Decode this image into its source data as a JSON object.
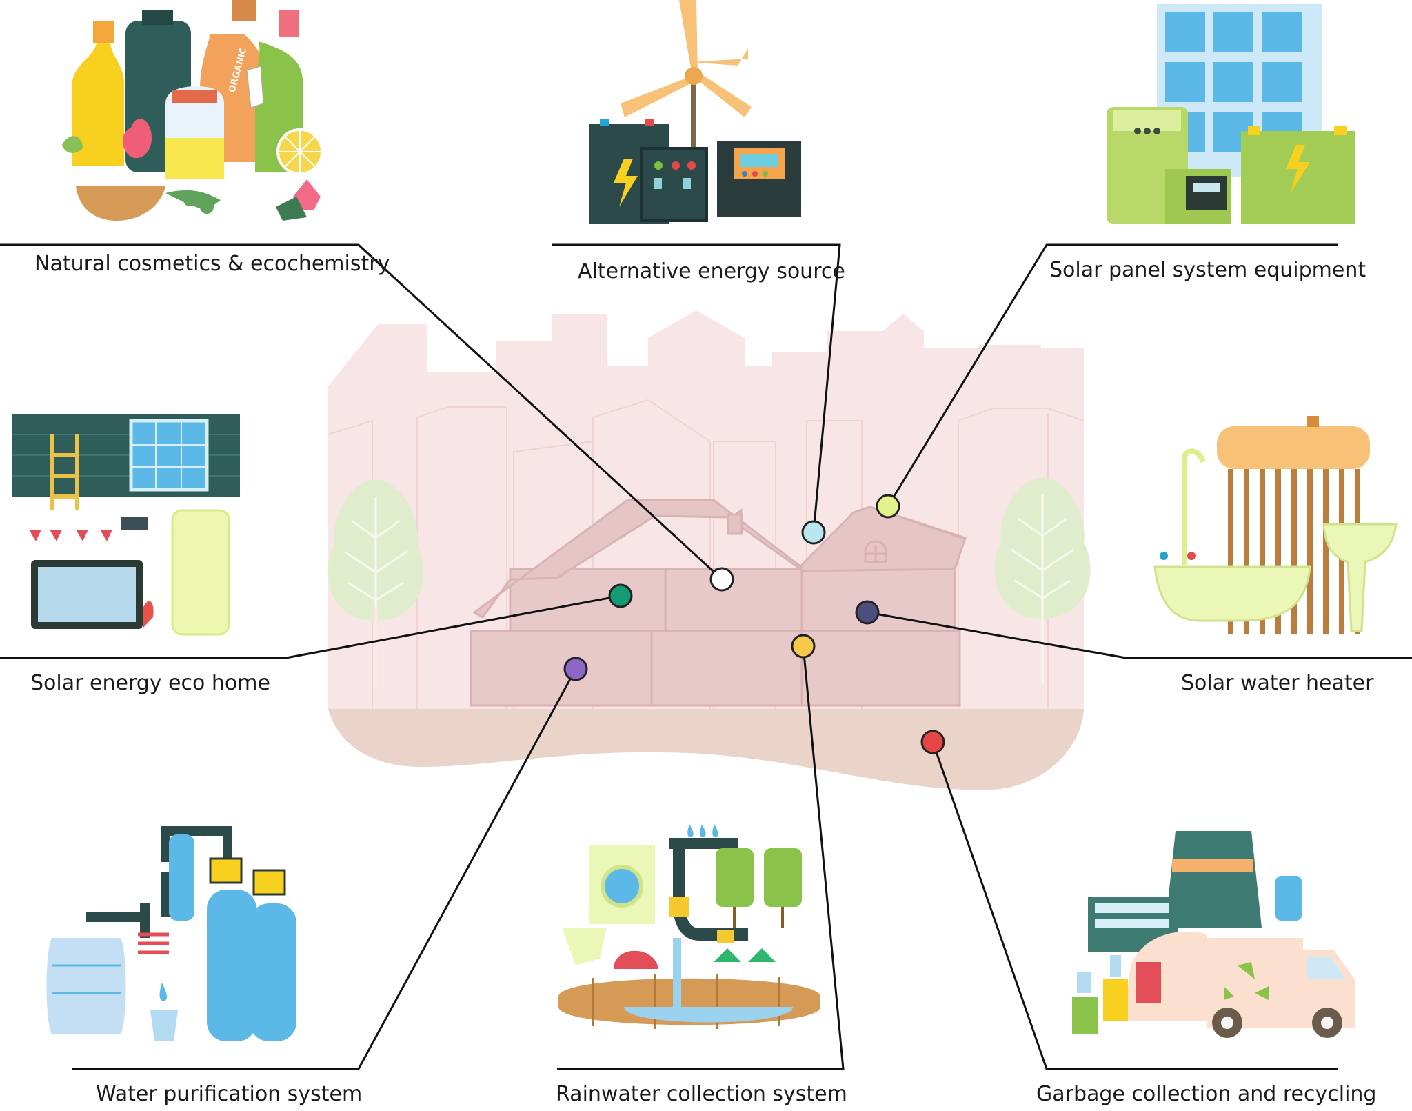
{
  "labels": {
    "natural_cosmetics": "Natural cosmetics & ecochemistry",
    "alternative_energy": "Alternative energy source",
    "solar_panel_equipment": "Solar panel system equipment",
    "solar_eco_home": "Solar energy eco home",
    "solar_water_heater": "Solar water heater",
    "water_purification": "Water purification system",
    "rainwater_collection": "Rainwater collection system",
    "garbage_recycling": "Garbage collection and recycling",
    "organic_tag": "ORGANIC"
  },
  "colors": {
    "city_bg": "#f7e4e4",
    "ground": "#ead2c6",
    "house": "#e6c8c9",
    "house_line": "#d6adb0",
    "tree": "#dfeccb",
    "connector": "#111111",
    "dot_cosmetics": "#ffffff",
    "dot_alternative": "#b7e6ee",
    "dot_solar_panel": "#e3f28c",
    "dot_eco_home": "#149a74",
    "dot_water_heater": "#4b4e7e",
    "dot_water_purification": "#8a68c4",
    "dot_rainwater": "#f6c94a",
    "dot_garbage": "#e54545"
  },
  "icons": {
    "natural_cosmetics": "cosmetics-bottles-icon",
    "alternative_energy": "wind-turbine-battery-icon",
    "solar_panel_equipment": "solar-panel-inverter-icon",
    "solar_eco_home": "eco-home-appliances-icon",
    "solar_water_heater": "solar-water-heater-bathtub-icon",
    "water_purification": "water-filter-tanks-icon",
    "rainwater_collection": "rainwater-tank-icon",
    "garbage_recycling": "recycling-truck-bins-icon"
  }
}
